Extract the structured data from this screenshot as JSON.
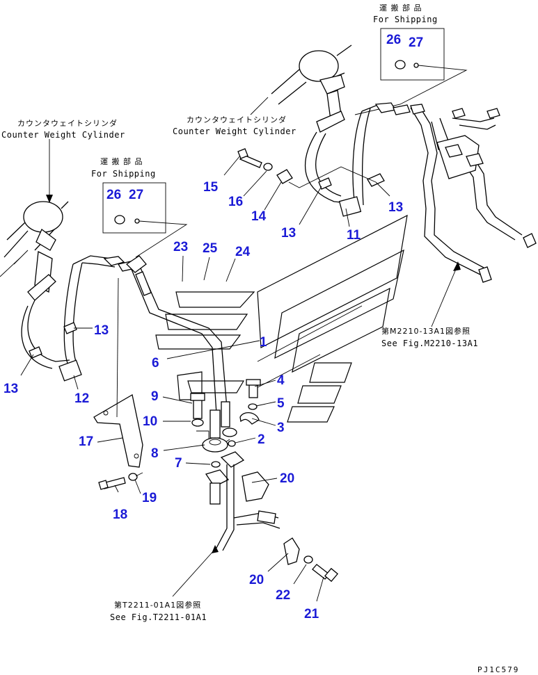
{
  "shipping_boxes": [
    {
      "jp": "運 搬 部 品",
      "en": "For Shipping",
      "parts": [
        "26",
        "27"
      ]
    },
    {
      "jp": "運 搬 部 品",
      "en": "For Shipping",
      "parts": [
        "26",
        "27"
      ]
    }
  ],
  "cylinder_labels": [
    {
      "jp": "カウンタウェイトシリンダ",
      "en": "Counter Weight Cylinder"
    },
    {
      "jp": "カウンタウェイトシリンダ",
      "en": "Counter Weight Cylinder"
    }
  ],
  "references": [
    {
      "jp": "第M2210-13A1図参照",
      "en": "See Fig.M2210-13A1"
    },
    {
      "jp": "第T2211-01A1図参照",
      "en": "See Fig.T2211-01A1"
    }
  ],
  "callouts": [
    {
      "id": "c1",
      "label": "1"
    },
    {
      "id": "c2",
      "label": "2"
    },
    {
      "id": "c3",
      "label": "3"
    },
    {
      "id": "c4",
      "label": "4"
    },
    {
      "id": "c5",
      "label": "5"
    },
    {
      "id": "c6",
      "label": "6"
    },
    {
      "id": "c7",
      "label": "7"
    },
    {
      "id": "c8",
      "label": "8"
    },
    {
      "id": "c9",
      "label": "9"
    },
    {
      "id": "c10",
      "label": "10"
    },
    {
      "id": "c11",
      "label": "11"
    },
    {
      "id": "c12",
      "label": "12"
    },
    {
      "id": "c13a",
      "label": "13"
    },
    {
      "id": "c13b",
      "label": "13"
    },
    {
      "id": "c13c",
      "label": "13"
    },
    {
      "id": "c13d",
      "label": "13"
    },
    {
      "id": "c14",
      "label": "14"
    },
    {
      "id": "c15",
      "label": "15"
    },
    {
      "id": "c16",
      "label": "16"
    },
    {
      "id": "c17",
      "label": "17"
    },
    {
      "id": "c18",
      "label": "18"
    },
    {
      "id": "c19",
      "label": "19"
    },
    {
      "id": "c20a",
      "label": "20"
    },
    {
      "id": "c20b",
      "label": "20"
    },
    {
      "id": "c21",
      "label": "21"
    },
    {
      "id": "c22",
      "label": "22"
    },
    {
      "id": "c23",
      "label": "23"
    },
    {
      "id": "c24",
      "label": "24"
    },
    {
      "id": "c25",
      "label": "25"
    }
  ],
  "page_code": "PJ1C579"
}
